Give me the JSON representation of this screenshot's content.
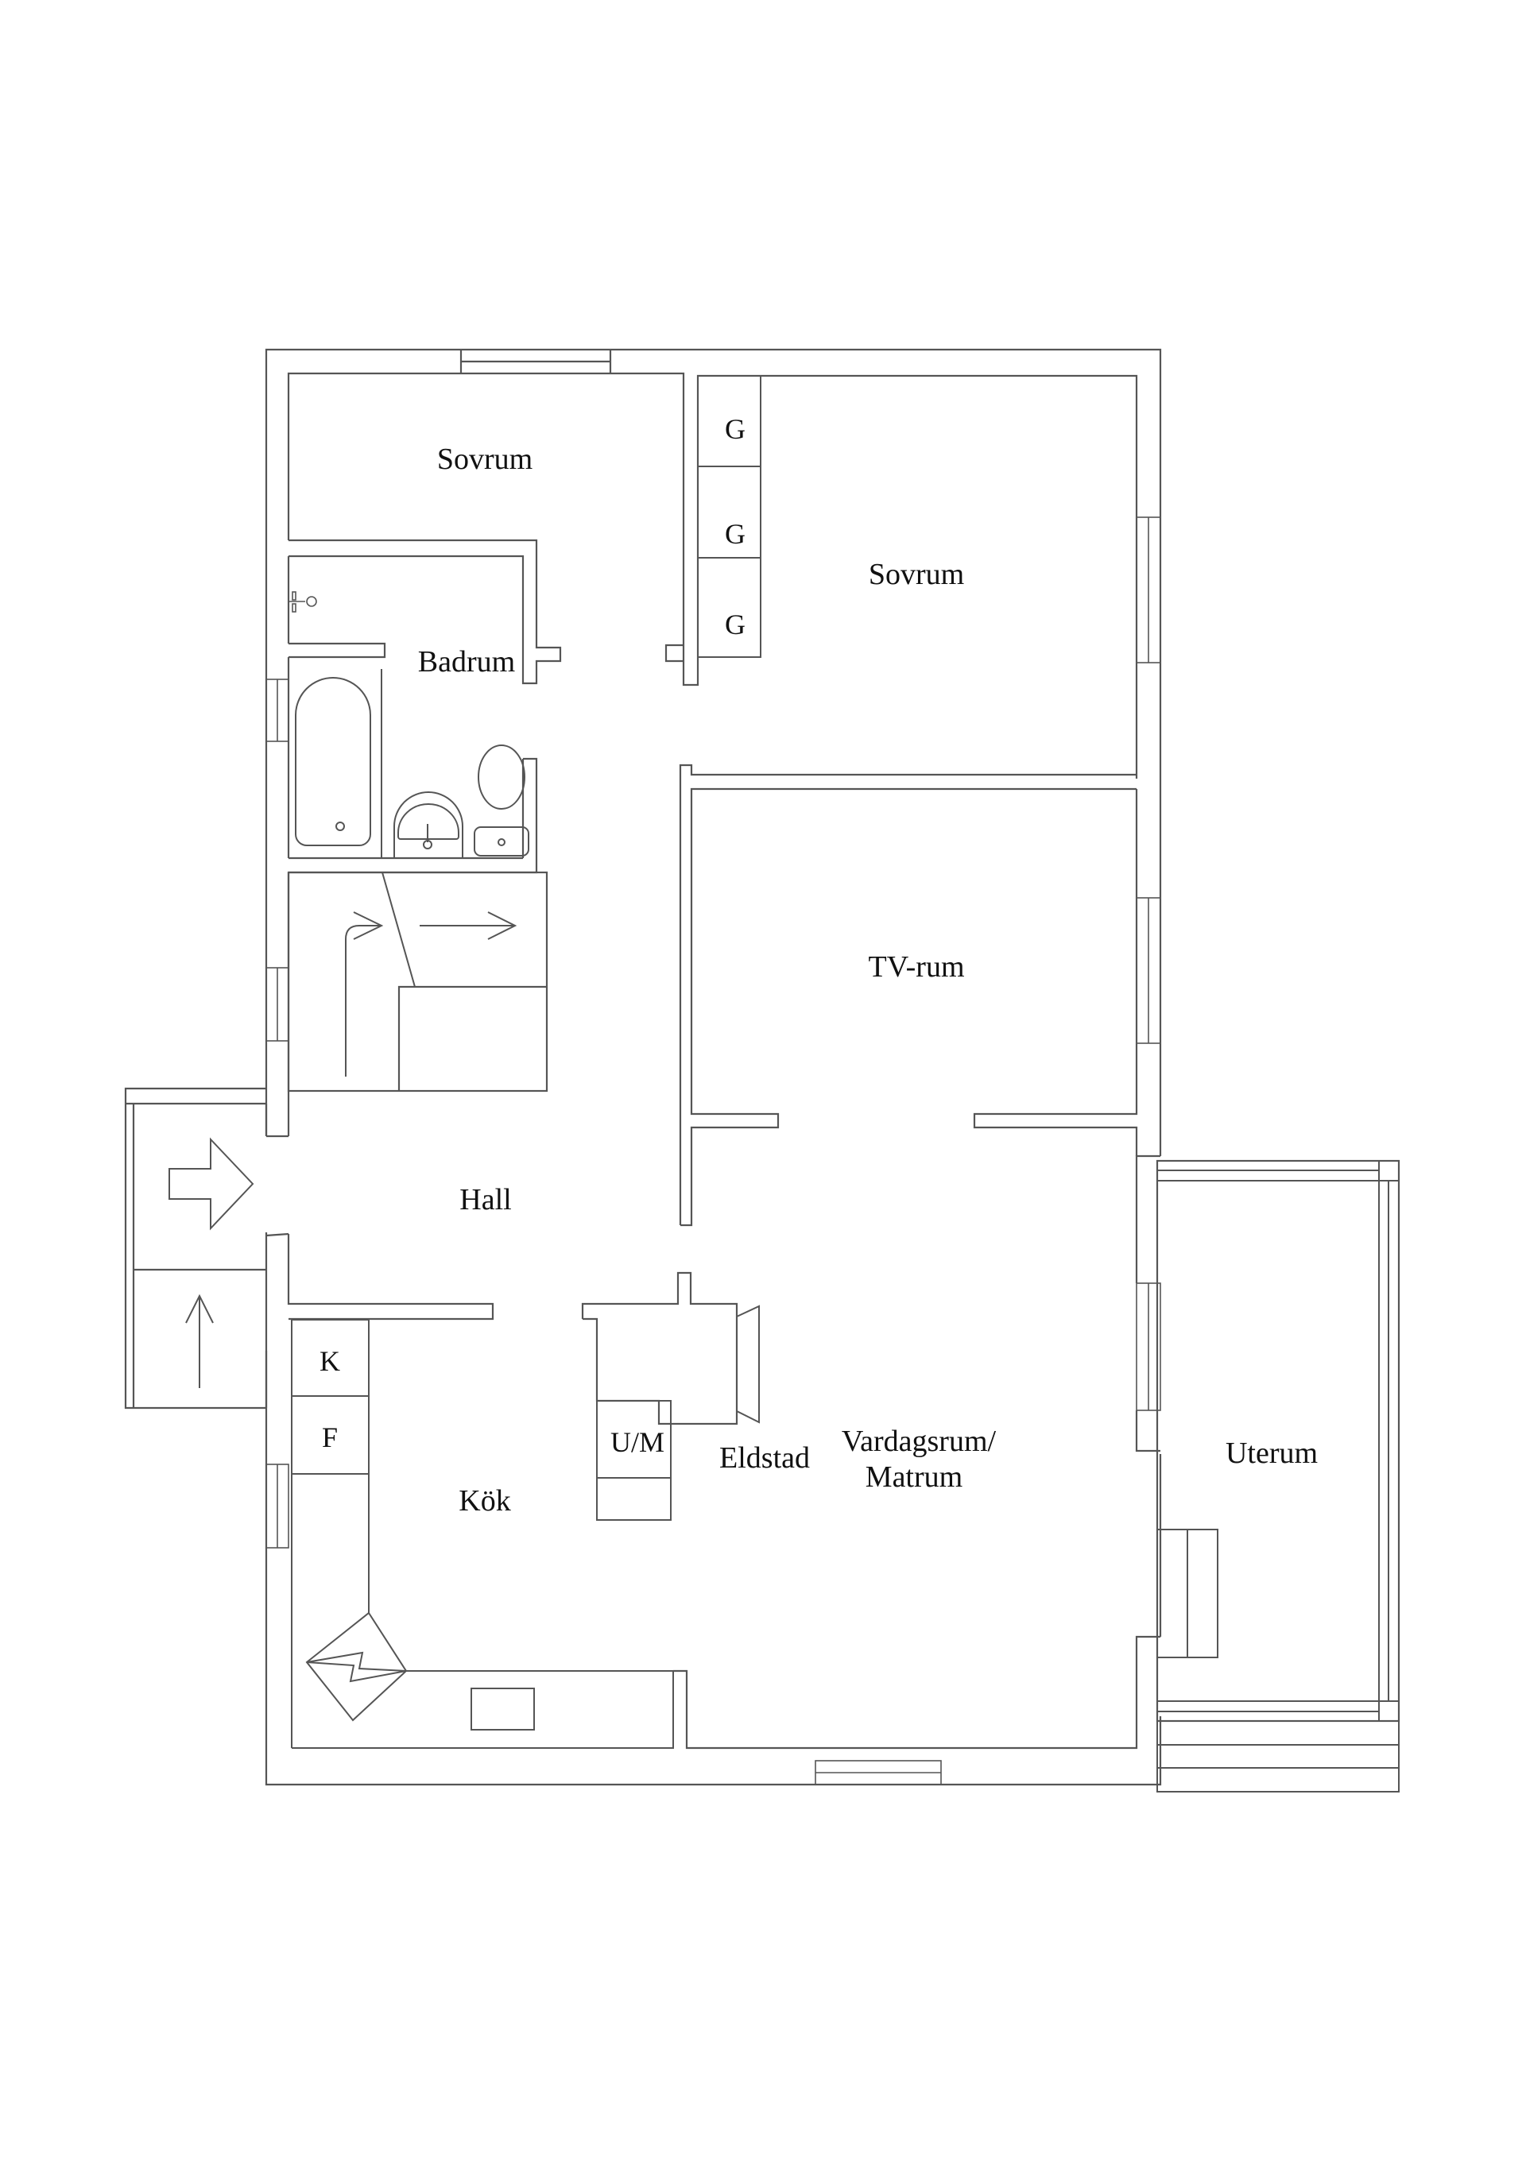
{
  "plan": {
    "type": "floor-plan",
    "line_color": "#555555",
    "text_color": "#111111",
    "background": "#ffffff"
  },
  "rooms": {
    "sovrum_1": "Sovrum",
    "sovrum_2": "Sovrum",
    "badrum": "Badrum",
    "tv_rum": "TV-rum",
    "hall": "Hall",
    "kok": "Kök",
    "vardagsrum_line1": "Vardagsrum/",
    "vardagsrum_line2": "Matrum",
    "uterum": "Uterum"
  },
  "fixtures": {
    "wardrobe_1": "G",
    "wardrobe_2": "G",
    "wardrobe_3": "G",
    "fridge": "K",
    "freezer": "F",
    "oven_micro": "U/M",
    "fireplace": "Eldstad"
  },
  "symbols": {
    "entrance": "arrow-right-icon",
    "entrance_steps": "arrow-up-icon",
    "stairs": "stair-arrow-icon",
    "stove": "stove-icon",
    "bathtub": "bathtub-icon",
    "sink": "sink-icon",
    "toilet": "toilet-icon",
    "shower": "shower-icon"
  }
}
